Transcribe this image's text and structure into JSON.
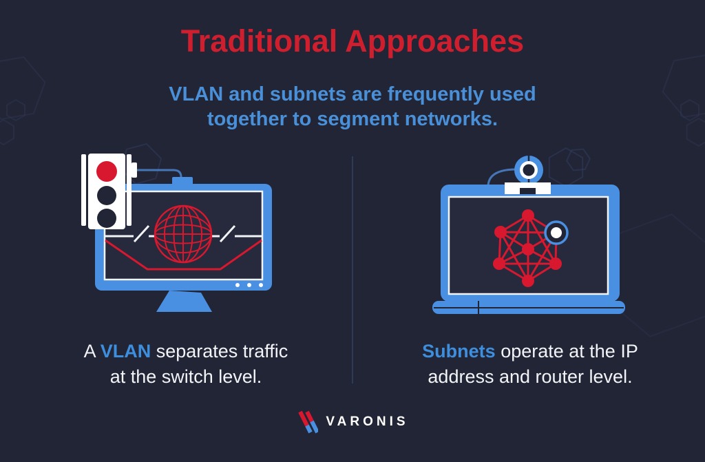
{
  "colors": {
    "background": "#222535",
    "title_red": "#cf1f2f",
    "subtitle_blue": "#4a90d9",
    "highlight_blue": "#3e8ede",
    "caption_white": "#f2f4f8",
    "illustration_blue": "#4a90e2",
    "illustration_red": "#d7182f",
    "screen_dark": "#272a3c",
    "hexagon_line": "#323d5e",
    "divider": "#2e3a58",
    "cable_blue": "#4577b8"
  },
  "header": {
    "title": "Traditional Approaches",
    "subtitle_line1": "VLAN and subnets are frequently used",
    "subtitle_line2": "together to segment networks."
  },
  "panels": {
    "left": {
      "illustration": "monitor-with-traffic-light-and-switch-circuit",
      "caption": {
        "line1_prefix": "A ",
        "line1_highlight": "VLAN",
        "line1_rest": " separates traffic",
        "line2": "at the switch level."
      }
    },
    "right": {
      "illustration": "laptop-with-webcam-and-subnet-node-graph",
      "caption": {
        "line1_highlight": "Subnets",
        "line1_rest": " operate at the IP",
        "line2": "address and router level."
      }
    }
  },
  "footer": {
    "brand": "VARONIS"
  }
}
